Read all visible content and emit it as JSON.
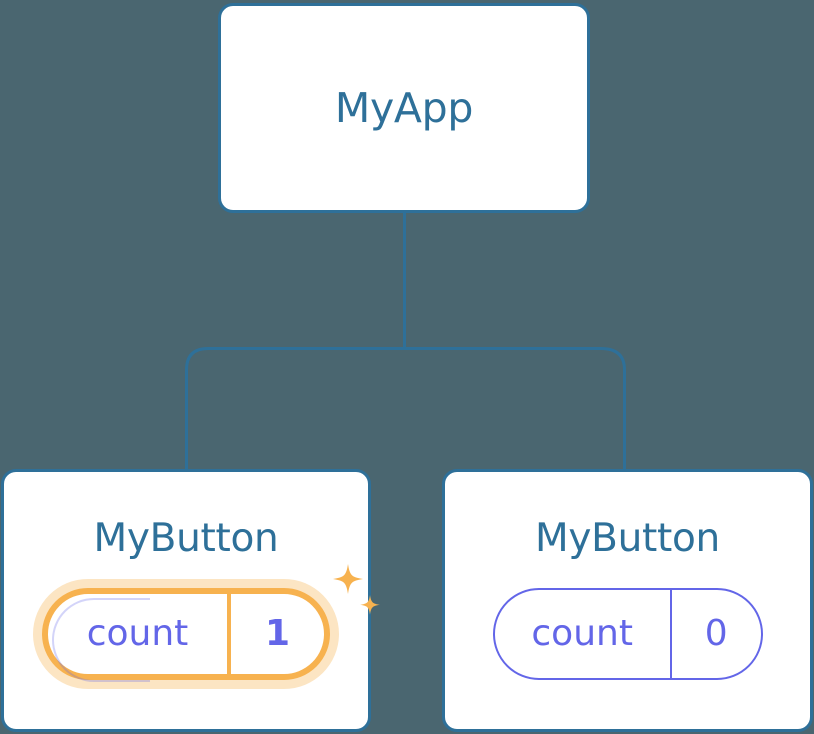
{
  "diagram": {
    "title": "React component tree with highlighted state update",
    "background_color": "#4a6670",
    "accent_blue": "#2e7099",
    "accent_indigo": "#6366e8",
    "accent_orange": "#f7b24f",
    "glow_orange": "#fbd9a6"
  },
  "root": {
    "label": "MyApp"
  },
  "children": [
    {
      "label": "MyButton",
      "state": {
        "key": "count",
        "value": "1"
      },
      "highlighted": true,
      "sparkle_count": 2
    },
    {
      "label": "MyButton",
      "state": {
        "key": "count",
        "value": "0"
      },
      "highlighted": false,
      "sparkle_count": 0
    }
  ],
  "icons": {
    "sparkle_large": "sparkle-icon",
    "sparkle_small": "sparkle-icon"
  }
}
